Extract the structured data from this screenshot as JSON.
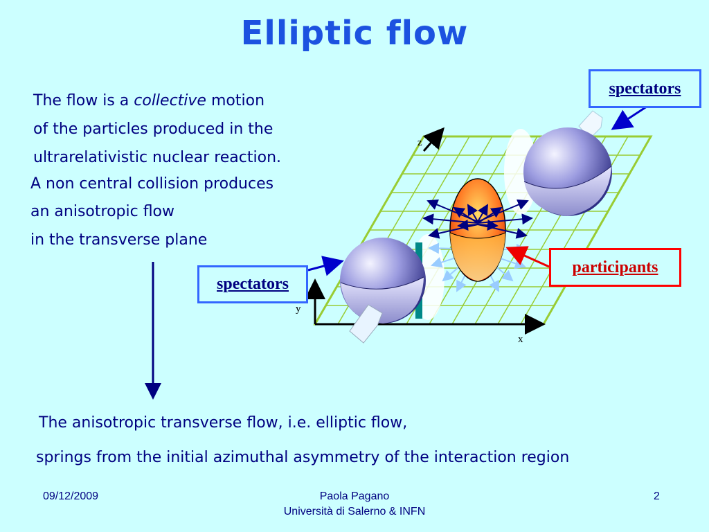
{
  "slide": {
    "title": "Elliptic flow",
    "intro": {
      "line1_pre": "The flow is a ",
      "line1_em": "collective",
      "line1_post": " motion",
      "line2": "of the particles produced in the",
      "line3": "ultrarelativistic nuclear reaction."
    },
    "collision": {
      "line1": "A non central collision produces",
      "line2": "an anisotropic flow",
      "line3": "in the transverse plane"
    },
    "conclusion": {
      "line1": "The anisotropic transverse flow, i.e. elliptic flow,",
      "line2": "springs from the initial azimuthal asymmetry of the interaction region"
    }
  },
  "diagram": {
    "spectators_top": "spectators",
    "spectators_left": "spectators",
    "participants": "participants",
    "axis_x": "x",
    "axis_y": "y",
    "axis_z": "z"
  },
  "footer": {
    "date": "09/12/2009",
    "author": "Paola Pagano",
    "affiliation": "Università di Salerno & INFN",
    "page": "2"
  },
  "colors": {
    "background": "#ccffff",
    "title": "#1c52e0",
    "text": "#000080",
    "spectator_border": "#3366ff",
    "participant_border": "#ff0000",
    "grid": "#99cc33"
  }
}
